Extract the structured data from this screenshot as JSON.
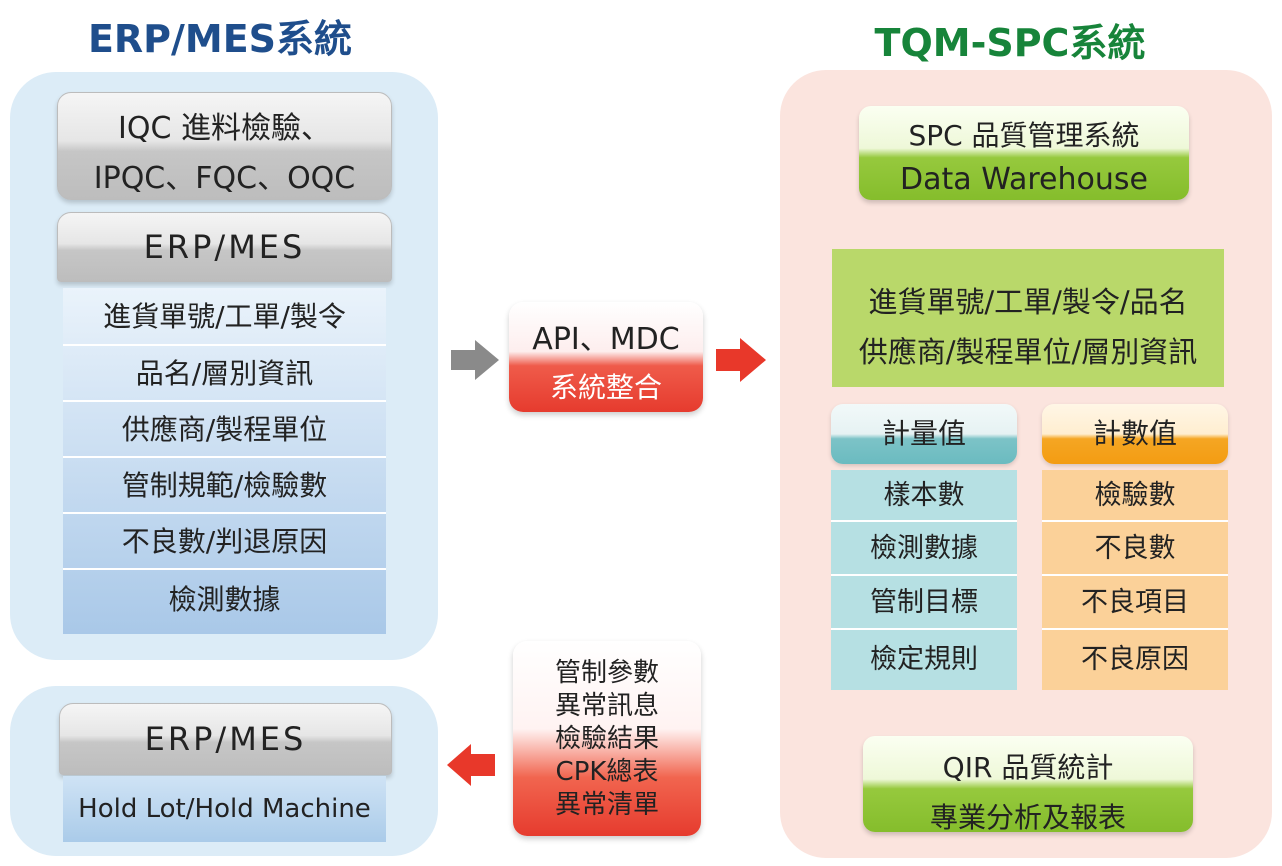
{
  "left": {
    "title": "ERP/MES系統",
    "qc_box": {
      "line1": "IQC 進料檢驗、",
      "line2": "IPQC、FQC、OQC"
    },
    "erp_header": "ERP/MES",
    "fields": [
      "進貨單號/工單/製令",
      "品名/層別資訊",
      "供應商/製程單位",
      "管制規範/檢驗數",
      "不良數/判退原因",
      "檢測數據"
    ],
    "bottom": {
      "header": "ERP/MES",
      "text": "Hold Lot/Hold Machine"
    }
  },
  "middle": {
    "api": {
      "line1": "API、MDC",
      "line2": "系統整合"
    },
    "feedback": [
      "管制參數",
      "異常訊息",
      "檢驗結果",
      "CPK總表",
      "異常清單"
    ]
  },
  "right": {
    "title": "TQM-SPC系統",
    "spc": {
      "line1": "SPC 品質管理系統",
      "line2": "Data Warehouse"
    },
    "info": {
      "line1": "進貨單號/工單/製令/品名",
      "line2": "供應商/製程單位/層別資訊"
    },
    "variable": {
      "header": "計量值",
      "items": [
        "樣本數",
        "檢測數據",
        "管制目標",
        "檢定規則"
      ]
    },
    "attribute": {
      "header": "計數值",
      "items": [
        "檢驗數",
        "不良數",
        "不良項目",
        "不良原因"
      ]
    },
    "qir": {
      "line1": "QIR 品質統計",
      "line2": "專業分析及報表"
    }
  },
  "colors": {
    "erp_title": "#1f4e8c",
    "tqm_title": "#17843a",
    "arrow_gray": "#8a8a8a",
    "arrow_red": "#e8382a",
    "arrow_green": "#8dc63f",
    "arrow_teal": "#7ec8ce",
    "arrow_orange": "#f6b154"
  }
}
